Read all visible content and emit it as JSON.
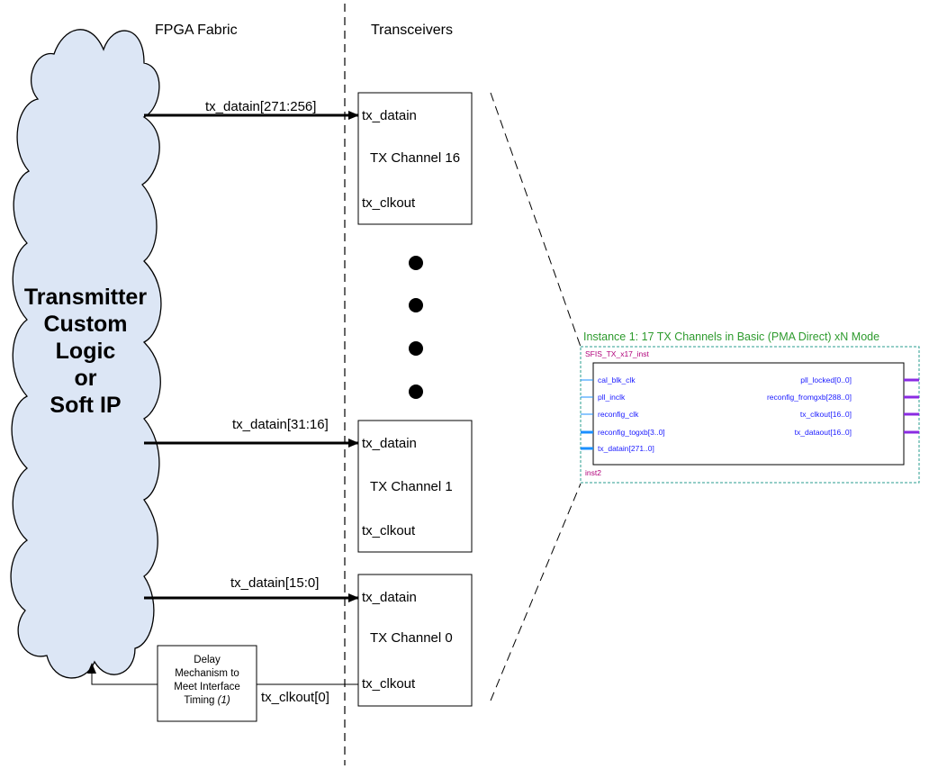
{
  "headers": {
    "fabric": "FPGA Fabric",
    "transceivers": "Transceivers"
  },
  "cloud": {
    "lines": [
      "Transmitter",
      "Custom",
      "Logic",
      "or",
      "Soft IP"
    ]
  },
  "buses": {
    "ch16": "tx_datain[271:256]",
    "ch1": "tx_datain[31:16]",
    "ch0": "tx_datain[15:0]"
  },
  "channels": {
    "ch16": {
      "datain": "tx_datain",
      "name": "TX Channel 16",
      "clkout": "tx_clkout"
    },
    "ch1": {
      "datain": "tx_datain",
      "name": "TX Channel 1",
      "clkout": "tx_clkout"
    },
    "ch0": {
      "datain": "tx_datain",
      "name": "TX Channel 0",
      "clkout": "tx_clkout"
    }
  },
  "clkout_signal": "tx_clkout[0]",
  "delay_box": {
    "line1": "Delay",
    "line2": "Mechanism to",
    "line3": "Meet Interface",
    "line4_text": "Timing ",
    "line4_note": "(1)"
  },
  "instance": {
    "title": "Instance 1: 17 TX Channels in Basic (PMA Direct) xN Mode",
    "name": "SFIS_TX_x17_inst",
    "inst_label": "inst2",
    "left_pins": [
      "cal_blk_clk",
      "pll_inclk",
      "reconfig_clk",
      "reconfig_togxb[3..0]",
      "tx_datain[271..0]"
    ],
    "right_pins": [
      "pll_locked[0..0]",
      "reconfig_fromgxb[288..0]",
      "tx_clkout[16..0]",
      "tx_dataout[16..0]"
    ]
  },
  "colors": {
    "cloud_fill": "#dce6f5",
    "instance_title": "#2e9b2e",
    "pin_text": "#1a1aff",
    "bus_purple": "#8a2be2",
    "inst_magenta": "#b0007a",
    "dashed_frame": "#2a9d8f"
  }
}
